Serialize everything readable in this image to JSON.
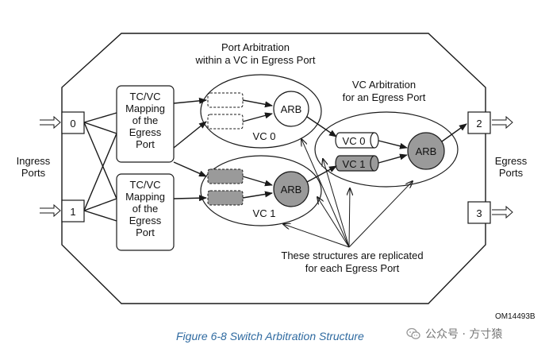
{
  "labels": {
    "port_arb_line1": "Port Arbitration",
    "port_arb_line2": "within a VC in Egress Port",
    "vc_arb_line1": "VC Arbitration",
    "vc_arb_line2": "for an Egress Port",
    "ingress_line1": "Ingress",
    "ingress_line2": "Ports",
    "egress_line1": "Egress",
    "egress_line2": "Ports",
    "replicated_line1": "These structures are replicated",
    "replicated_line2": "for each Egress Port"
  },
  "ports": {
    "in0": "0",
    "in1": "1",
    "out2": "2",
    "out3": "3"
  },
  "mapping_box": [
    "TC/VC",
    "Mapping",
    "of the",
    "Egress",
    "Port"
  ],
  "arb_label": "ARB",
  "vc_labels": {
    "vc0": "VC 0",
    "vc1": "VC 1"
  },
  "figure_id": "OM14493B",
  "caption": "Figure  6-8  Switch Arbitration Structure",
  "watermark": "公众号 · 方寸猿",
  "colors": {
    "stroke": "#1a1a1a",
    "gray_fill": "#9a9a9a",
    "caption_blue": "#2f6aa0"
  }
}
